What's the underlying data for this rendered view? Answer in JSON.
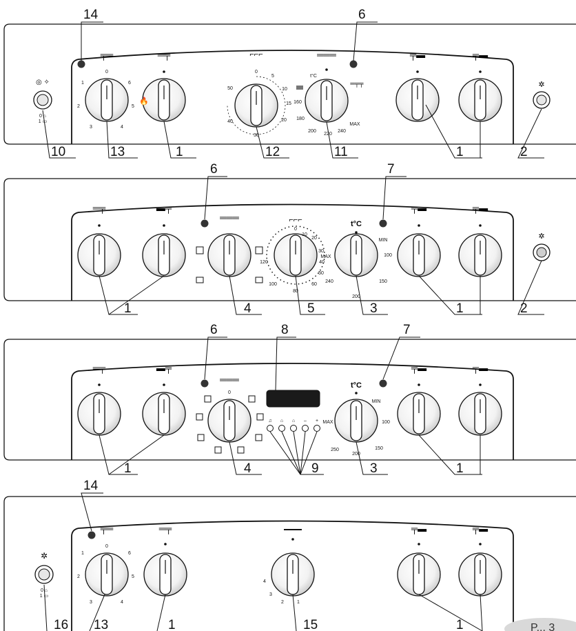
{
  "panels": [
    {
      "id": "panel-1",
      "controls": [
        {
          "type": "light",
          "callout": "10",
          "icon": "lamp-eye-icon",
          "sub": [
            "0 ⌂",
            "1 ▭"
          ]
        },
        {
          "type": "knob",
          "callout": "13",
          "icon": "hob-selector-icon",
          "ticks": [
            "0",
            "1",
            "2",
            "3",
            "4",
            "5",
            "6"
          ]
        },
        {
          "type": "knob",
          "callout": "1",
          "icon": "burner-rear-left-icon"
        },
        {
          "type": "knob",
          "callout": "12",
          "icon": "timer-icon",
          "ticks": [
            "0",
            "5",
            "10",
            "15",
            "20",
            "30",
            "40",
            "50"
          ]
        },
        {
          "type": "knob",
          "callout": "11",
          "icon": "oven-thermostat-icon",
          "ticks": [
            "t°C",
            "160",
            "180",
            "200",
            "220",
            "240",
            "MAX"
          ]
        },
        {
          "type": "knob",
          "callout": "1",
          "icon": "burner-rear-right-icon"
        },
        {
          "type": "knob",
          "callout": "1",
          "icon": "burner-front-right-icon"
        },
        {
          "type": "ignition",
          "callout": "2",
          "icon": "spark-icon"
        }
      ],
      "indicators": [
        {
          "callout": "14"
        },
        {
          "callout": "6"
        }
      ]
    },
    {
      "id": "panel-2",
      "controls": [
        {
          "type": "knob",
          "callout": "1",
          "icon": "burner-rear-left-icon"
        },
        {
          "type": "knob",
          "callout": "1",
          "icon": "burner-front-left-icon"
        },
        {
          "type": "knob",
          "callout": "4",
          "icon": "oven-function-icon"
        },
        {
          "type": "knob",
          "callout": "5",
          "icon": "timer-icon",
          "ticks": [
            "0",
            "10",
            "20",
            "30",
            "40",
            "50",
            "60",
            "80",
            "100",
            "120",
            "MAX"
          ]
        },
        {
          "type": "knob",
          "callout": "3",
          "icon": "oven-thermostat-icon",
          "ticks": [
            "t°C",
            "MIN",
            "100",
            "150",
            "200",
            "240"
          ]
        },
        {
          "type": "knob",
          "callout": "1",
          "icon": "burner-rear-right-icon"
        },
        {
          "type": "knob",
          "callout": "1",
          "icon": "burner-front-right-icon"
        },
        {
          "type": "ignition",
          "callout": "2",
          "icon": "spark-icon"
        }
      ],
      "indicators": [
        {
          "callout": "6"
        },
        {
          "callout": "7"
        }
      ]
    },
    {
      "id": "panel-3",
      "controls": [
        {
          "type": "knob",
          "callout": "1",
          "icon": "burner-rear-left-icon"
        },
        {
          "type": "knob",
          "callout": "1",
          "icon": "burner-front-left-icon"
        },
        {
          "type": "knob",
          "callout": "4",
          "icon": "oven-function-icon",
          "ticks": [
            "0"
          ]
        },
        {
          "type": "display",
          "callout": "8",
          "icon": "digital-display-icon"
        },
        {
          "type": "buttons",
          "callout": "9",
          "labels": [
            "♫",
            "⌂",
            "⌂",
            "–",
            "+"
          ]
        },
        {
          "type": "knob",
          "callout": "3",
          "icon": "oven-thermostat-icon",
          "ticks": [
            "t°C",
            "MIN",
            "100",
            "150",
            "200",
            "250",
            "MAX"
          ]
        },
        {
          "type": "knob",
          "callout": "1",
          "icon": "burner-rear-right-icon"
        },
        {
          "type": "knob",
          "callout": "1",
          "icon": "burner-front-right-icon"
        }
      ],
      "indicators": [
        {
          "callout": "6"
        },
        {
          "callout": "7"
        }
      ]
    },
    {
      "id": "panel-4",
      "controls": [
        {
          "type": "light",
          "callout": "16",
          "icon": "spark-icon",
          "sub": [
            "0 ⌂",
            "1 ▭"
          ]
        },
        {
          "type": "knob",
          "callout": "13",
          "icon": "hob-selector-icon",
          "ticks": [
            "0",
            "1",
            "2",
            "3",
            "4",
            "5",
            "6"
          ]
        },
        {
          "type": "knob",
          "callout": "1",
          "icon": "burner-front-left-icon"
        },
        {
          "type": "knob",
          "callout": "15",
          "icon": "grill-icon",
          "ticks": [
            "1",
            "2",
            "3",
            "4"
          ]
        },
        {
          "type": "knob",
          "callout": "1",
          "icon": "burner-rear-right-icon"
        },
        {
          "type": "knob",
          "callout": "1",
          "icon": "burner-front-right-icon"
        }
      ],
      "indicators": [
        {
          "callout": "14"
        }
      ]
    }
  ],
  "page_tab": "P... 3",
  "colors": {
    "panel_stroke": "#111111",
    "knob_fill": "#f2f2f2",
    "indicator": "#333333",
    "display": "#1a1a1a"
  }
}
